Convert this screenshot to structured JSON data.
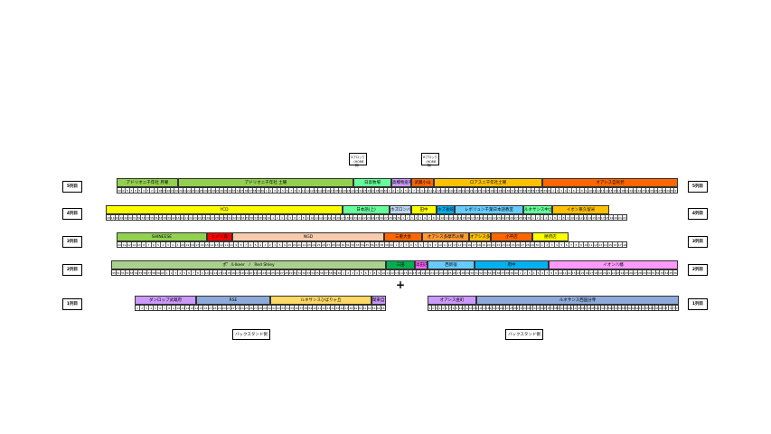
{
  "top_blocks": [
    {
      "line1": "Aブロック",
      "line2": "（HOME側）"
    },
    {
      "line1": "Bブロック",
      "line2": "（HOME側）"
    }
  ],
  "row_labels": {
    "r5": "5列目",
    "r4": "4列目",
    "r3": "3列目",
    "r2": "2列目",
    "r1": "1列目"
  },
  "backstand": [
    "バックスタンド側",
    "バックスタンド側"
  ],
  "cross": "+",
  "rows": {
    "r5": {
      "segments": [
        {
          "label": "アドリオニ千年社 月曜",
          "color": "#92d050"
        },
        {
          "label": "アドリオニ千年社 土曜",
          "color": "#92d050"
        },
        {
          "label": "日高牧場",
          "color": "#66ff99"
        },
        {
          "label": "高橋物産社",
          "color": "#cc99ff"
        },
        {
          "label": "武蔵小山",
          "color": "#ff6600"
        },
        {
          "label": "ロアスニ千年社土曜",
          "color": "#ffc000"
        },
        {
          "label": "オアシス自民党",
          "color": "#ff6600"
        }
      ],
      "cells": [
        "20",
        "6",
        "8",
        "7",
        "8",
        "5",
        "4",
        "3",
        "2",
        "1",
        "18",
        "18",
        "20",
        "20",
        "20",
        "20",
        "21",
        "22",
        "23",
        "24",
        "25",
        "26",
        "27",
        "28",
        "29",
        "30",
        "31",
        "32",
        "33",
        "34",
        "35",
        "36",
        "37",
        "38",
        "39",
        "40",
        "1",
        "2",
        "3",
        "4",
        "5",
        "6",
        "7",
        "8",
        "9",
        "10",
        "11",
        "12",
        "13",
        "14",
        "15",
        "16",
        "17",
        "18",
        "19",
        "20",
        "21",
        "22",
        "23",
        "24",
        "25",
        "26",
        "27",
        "28",
        "29",
        "30",
        "1",
        "2",
        "3",
        "4",
        "5",
        "6",
        "7",
        "8",
        "9",
        "10",
        "11",
        "12",
        "13",
        "14",
        "15",
        "16",
        "17",
        "18",
        "19",
        "20",
        "21",
        "22",
        "23",
        "24",
        "25",
        "26",
        "27",
        "28",
        "29",
        "30",
        "31",
        "32",
        "33",
        "34",
        "35",
        "36",
        "37",
        "38",
        "39",
        "40",
        "1",
        "2",
        "3",
        "4",
        "5",
        "6",
        "7",
        "8",
        "9",
        "10",
        "11",
        "12",
        "13",
        "14",
        "15",
        "16",
        "17",
        "18",
        "19",
        "20",
        "21",
        "22",
        "23",
        "24",
        "25",
        "26",
        "27",
        "28",
        "29",
        "30",
        "31"
      ]
    },
    "r4": {
      "segments": [
        {
          "label": "YCD",
          "color": "#ffff00"
        },
        {
          "label": "日本語(上)",
          "color": "#66ff99"
        },
        {
          "label": "ホズロンバ",
          "color": "#bdd7ee"
        },
        {
          "label": "田中",
          "color": "#ffff00"
        },
        {
          "label": "ホズ長蛇",
          "color": "#00b0f0"
        },
        {
          "label": "レボリュン千葉日本語教室",
          "color": "#66ccff"
        },
        {
          "label": "ルネサンス中之島支店 上記",
          "color": "#66ff99"
        },
        {
          "label": "イオン東久留米",
          "color": "#ffc000"
        }
      ],
      "cells": [
        "18",
        "16",
        "20",
        "26",
        "20",
        "30",
        "31",
        "32",
        "33",
        "34",
        "35",
        "36",
        "37",
        "38",
        "39",
        "40",
        "18",
        "20",
        "21",
        "22",
        "23",
        "24",
        "25",
        "26",
        "27",
        "28",
        "29",
        "30",
        "31",
        "32",
        "33",
        "34",
        "35",
        "36",
        "37",
        "38",
        "39",
        "40",
        "1",
        "2",
        "3",
        "4",
        "5",
        "6",
        "7",
        "8",
        "9",
        "10",
        "11",
        "12",
        "13",
        "14",
        "15",
        "16",
        "17",
        "18",
        "19",
        "20",
        "21",
        "22",
        "23",
        "24",
        "25",
        "26",
        "27",
        "28",
        "29",
        "30",
        "1",
        "2",
        "3",
        "4",
        "5",
        "6",
        "7",
        "8",
        "9",
        "10",
        "11",
        "12",
        "13",
        "14",
        "15",
        "16",
        "17",
        "18",
        "19",
        "20",
        "21",
        "22",
        "23",
        "24",
        "25",
        "26",
        "27",
        "28",
        "29",
        "30",
        "1",
        "2",
        "3",
        "4",
        "5",
        "6",
        "7",
        "8",
        "9",
        "10",
        "11",
        "12",
        "13",
        "14",
        "15",
        "16",
        "17",
        "18",
        "19",
        "20",
        "21",
        "22"
      ]
    },
    "r3": {
      "segments": [
        {
          "label": "SHINEESE",
          "color": "#92d050"
        },
        {
          "label": "ヒバリ森",
          "color": "#ff0000"
        },
        {
          "label": "NGD",
          "color": "#f8cbad"
        },
        {
          "label": "三重大会",
          "color": "#ff6600"
        },
        {
          "label": "オアシス多摩市火曜",
          "color": "#ff9933"
        },
        {
          "label": "オアシス多摩市土曜日",
          "color": "#ffc000"
        },
        {
          "label": "小平店",
          "color": "#ff6600"
        },
        {
          "label": "勝府店",
          "color": "#ffff00"
        }
      ],
      "cells": [
        "20",
        "19",
        "12",
        "14",
        "10",
        "8",
        "7",
        "6",
        "5",
        "4",
        "3",
        "2",
        "1",
        "20",
        "19",
        "18",
        "17",
        "16",
        "15",
        "14",
        "13",
        "12",
        "11",
        "10",
        "9",
        "8",
        "7",
        "6",
        "5",
        "4",
        "3",
        "2",
        "1",
        "5",
        "9",
        "15",
        "20",
        "21",
        "22",
        "23",
        "24",
        "25",
        "26",
        "27",
        "28",
        "29",
        "30",
        "31",
        "32",
        "33",
        "34",
        "35",
        "36",
        "37",
        "38",
        "39",
        "40",
        "1",
        "2",
        "3",
        "4",
        "5",
        "6",
        "7",
        "8",
        "9",
        "10",
        "11",
        "12",
        "13",
        "14",
        "15",
        "16",
        "17",
        "18",
        "19",
        "20",
        "21",
        "22",
        "23",
        "24",
        "25",
        "26",
        "27",
        "28",
        "29",
        "30",
        "1",
        "2",
        "3",
        "4",
        "5",
        "6",
        "7",
        "8",
        "9",
        "10",
        "11",
        "12",
        "13",
        "14",
        "15",
        "16",
        "17",
        "18"
      ]
    },
    "r2": {
      "segments": [
        {
          "label": "ポ゜ルlkeer　/　Red Shley",
          "color": "#a9d18e"
        },
        {
          "label": "三田",
          "color": "#00b050"
        },
        {
          "label": "高田店",
          "color": "#ff66ff"
        },
        {
          "label": "西新宿",
          "color": "#66ccff"
        },
        {
          "label": "府中",
          "color": "#00b0f0"
        },
        {
          "label": "イオン八幡",
          "color": "#ff99ff"
        }
      ],
      "cells": [
        "35",
        "31",
        "31",
        "32",
        "33",
        "34",
        "35",
        "36",
        "37",
        "38",
        "39",
        "40",
        "1",
        "2",
        "3",
        "4",
        "5",
        "6",
        "7",
        "8",
        "9",
        "10",
        "11",
        "12",
        "13",
        "14",
        "15",
        "16",
        "17",
        "18",
        "19",
        "20",
        "21",
        "22",
        "23",
        "24",
        "25",
        "26",
        "27",
        "28",
        "29",
        "30",
        "31",
        "32",
        "33",
        "34",
        "35",
        "36",
        "37",
        "38",
        "39",
        "40",
        "1",
        "2",
        "3",
        "4",
        "5",
        "6",
        "7",
        "8",
        "9",
        "10",
        "11",
        "12",
        "13",
        "14",
        "15",
        "16",
        "17",
        "18",
        "19",
        "20",
        "21",
        "22",
        "23",
        "24",
        "25",
        "26",
        "27",
        "28",
        "29",
        "30",
        "31",
        "32",
        "33",
        "34",
        "35",
        "36",
        "37",
        "38",
        "39",
        "40",
        "1",
        "2",
        "3",
        "4",
        "5",
        "6",
        "7",
        "8",
        "9",
        "10",
        "11",
        "12",
        "13",
        "14",
        "15",
        "16",
        "17",
        "18",
        "19",
        "20",
        "21",
        "22",
        "23",
        "24",
        "25",
        "26",
        "27",
        "28",
        "29",
        "30",
        "31",
        "32",
        "33",
        "34",
        "35",
        "36"
      ]
    },
    "r1_left": {
      "segments": [
        {
          "label": "ダンロップ武蔵府",
          "color": "#cc99ff"
        },
        {
          "label": "RSE",
          "color": "#8eaadb"
        },
        {
          "label": "ルネサンスひばりヶ丘",
          "color": "#ffd966"
        },
        {
          "label": "関東自体",
          "color": "#cc99ff"
        }
      ],
      "cells": [
        "1",
        "2",
        "3",
        "4",
        "5",
        "6",
        "7",
        "8",
        "9",
        "10",
        "11",
        "12",
        "13",
        "14",
        "15",
        "16",
        "17",
        "18",
        "19",
        "20",
        "21",
        "22",
        "23",
        "24",
        "25",
        "26",
        "27",
        "28",
        "29",
        "30",
        "31",
        "32",
        "33",
        "34",
        "35",
        "36",
        "37",
        "38",
        "39",
        "40",
        "41",
        "42",
        "43",
        "44",
        "45",
        "46",
        "47",
        "48",
        "49",
        "50",
        "51",
        "52",
        "53",
        "54",
        "55"
      ]
    },
    "r1_right": {
      "segments": [
        {
          "label": "オアシス金町",
          "color": "#cc99ff"
        },
        {
          "label": "ルネサンス西国分寺",
          "color": "#8eaadb"
        }
      ],
      "cells": [
        "1",
        "2",
        "3",
        "4",
        "5",
        "6",
        "7",
        "8",
        "9",
        "10",
        "11",
        "12",
        "13",
        "14",
        "15",
        "16",
        "17",
        "18",
        "19",
        "20",
        "21",
        "22",
        "23",
        "24",
        "25",
        "26",
        "27",
        "28",
        "29",
        "30",
        "31",
        "32",
        "33",
        "34",
        "35",
        "36",
        "37",
        "38",
        "39",
        "40",
        "41",
        "42",
        "43",
        "44",
        "45",
        "46",
        "47",
        "48",
        "49",
        "50",
        "51",
        "52",
        "53",
        "54",
        "55",
        "56",
        "57",
        "58",
        "59",
        "60",
        "61",
        "62",
        "63",
        "64",
        "65",
        "66",
        "67",
        "68",
        "69",
        "70",
        "71",
        "72",
        "73",
        "74"
      ]
    }
  }
}
